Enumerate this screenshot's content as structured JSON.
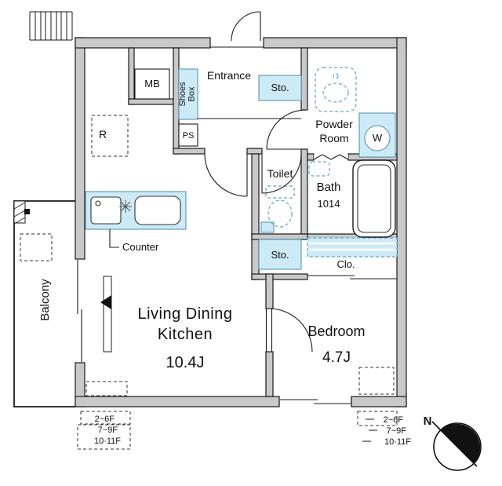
{
  "plan": {
    "rooms": {
      "ldk_line1": "Living Dining",
      "ldk_line2": "Kitchen",
      "ldk_size": "10.4J",
      "bedroom": "Bedroom",
      "bedroom_size": "4.7J",
      "balcony": "Balcony",
      "entrance": "Entrance",
      "powder_line1": "Powder",
      "powder_line2": "Room",
      "toilet": "Toilet",
      "bath": "Bath",
      "bath_size": "1014"
    },
    "fixtures": {
      "mb": "MB",
      "ps": "PS",
      "shoes_line1": "Shoes",
      "shoes_line2": "Box",
      "sto_upper": "Sto.",
      "sto_lower": "Sto.",
      "clo": "Clo.",
      "counter": "Counter",
      "fridge": "R",
      "washer": "W"
    },
    "notes": {
      "left": [
        "2~6F",
        "7~9F",
        "10·11F"
      ],
      "right": [
        "2~6F",
        "7~9F",
        "10·11F"
      ]
    },
    "compass_n": "N",
    "colors": {
      "fixture_fill": "#cdeaf7",
      "fixture_stroke": "#58a8cf",
      "wall_fill": "#c9c9c9",
      "line": "#1a1a1a"
    }
  }
}
